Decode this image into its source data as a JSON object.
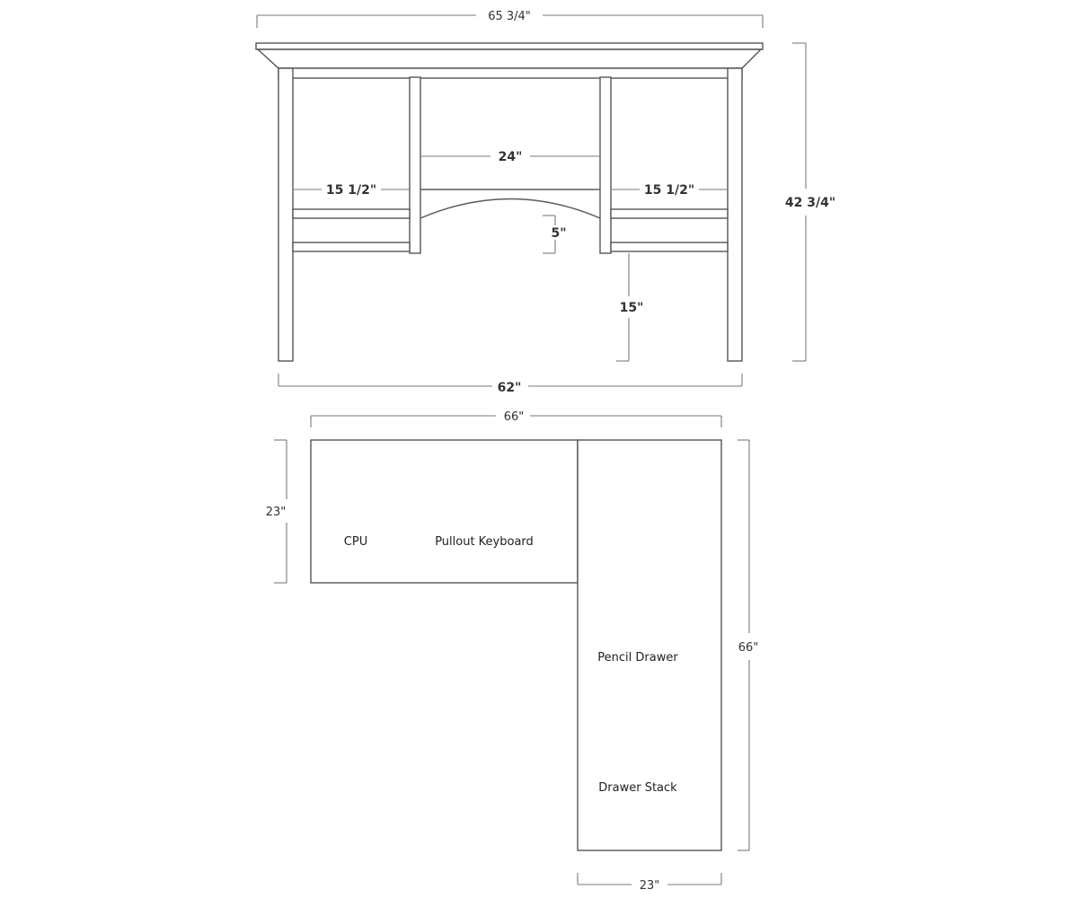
{
  "elevation": {
    "dimensions": {
      "top_width": "65 3/4\"",
      "height": "42 3/4\"",
      "knee_width": "24\"",
      "left_drawer_width": "15 1/2\"",
      "right_drawer_width": "15 1/2\"",
      "arch_depth": "5\"",
      "leg_clearance": "15\"",
      "base_width": "62\""
    }
  },
  "plan": {
    "dimensions": {
      "overall_width": "66\"",
      "left_depth": "23\"",
      "overall_depth": "66\"",
      "return_width": "23\""
    },
    "labels": {
      "cpu": "CPU",
      "pullout_keyboard": "Pullout Keyboard",
      "pencil_drawer": "Pencil Drawer",
      "drawer_stack": "Drawer Stack"
    }
  }
}
